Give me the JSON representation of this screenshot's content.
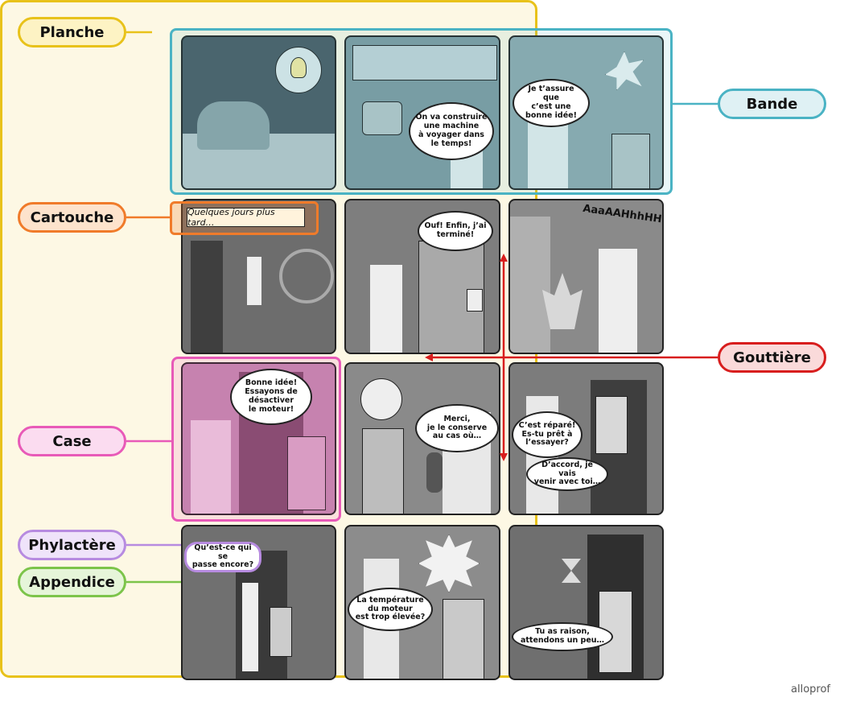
{
  "labels": {
    "planche": "Planche",
    "bande": "Bande",
    "cartouche": "Cartouche",
    "gouttiere": "Gouttière",
    "case": "Case",
    "phylactere": "Phylactère",
    "appendice": "Appendice"
  },
  "colors": {
    "planche": "#e8c21a",
    "bande": "#4ab3c4",
    "cartouche": "#f07b2a",
    "gouttiere": "#d81e1e",
    "case": "#e85ab8",
    "phylactere": "#b78be0",
    "appendice": "#7cc44a"
  },
  "caption": "Quelques jours plus tard…",
  "sound_effect": "AaaAAHhhHH!",
  "bubbles": {
    "b1": "On va construire\nune machine\nà voyager dans\nle temps!",
    "b2": "Je t’assure que\nc’est une\nbonne idée!",
    "b3": "Ouf! Enfin, j’ai\nterminé!",
    "b4": "Bonne idée!\nEssayons de\ndésactiver\nle moteur!",
    "b5": "Merci,\nje le conserve\nau cas où…",
    "b6": "C’est réparé!\nEs-tu prêt à\nl’essayer?",
    "b7": "D’accord, je vais\nvenir avec toi…",
    "b8": "Qu’est-ce qui se\npasse encore?",
    "b9": "La température\ndu moteur\nest trop élevée?",
    "b10": "Tu as raison,\nattendons un peu…"
  },
  "watermark": "alloprof"
}
